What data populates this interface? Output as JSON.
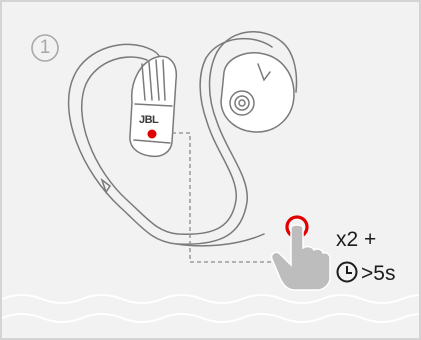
{
  "step": {
    "number": "1"
  },
  "device": {
    "brand_label": "JBL"
  },
  "instruction": {
    "press_count": "x2 +",
    "hold_duration": ">5s"
  },
  "colors": {
    "panel_background": "#f2f2f2",
    "panel_border": "#d4d4d4",
    "indicator_red": "#e00000",
    "line_gray": "#8a8a8a",
    "hand_gray": "#bdbdbd",
    "wave_white": "#ffffff"
  },
  "icons": [
    "circled-number-icon",
    "earphones-illustration",
    "red-indicator-dot",
    "press-ring-icon",
    "pointing-hand-icon",
    "clock-icon",
    "wave-decoration"
  ]
}
